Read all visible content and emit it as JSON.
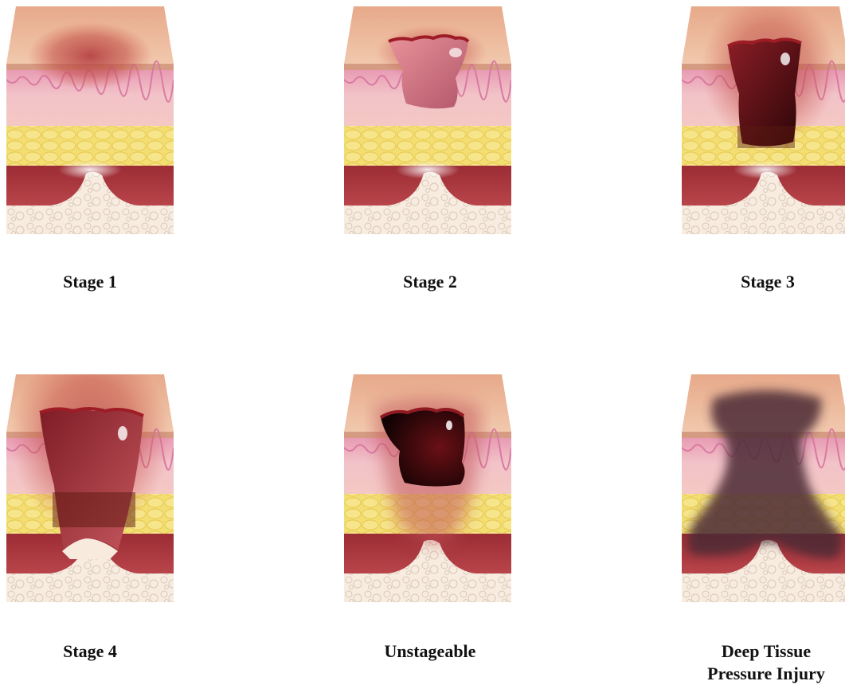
{
  "colors": {
    "epidermis_top": "#e8b394",
    "epidermis_bottom": "#d8a07e",
    "dermis": "#f0bfc4",
    "dermis_pink": "#e48fb0",
    "fat": "#f2dc6a",
    "muscle": "#b0383f",
    "bone": "#f8ebdd",
    "wound_dark": "#5a0f12",
    "blister": "#d97f8a",
    "bruise": "#5a3a40"
  },
  "stages": [
    {
      "key": "stage-1",
      "label": "Stage 1"
    },
    {
      "key": "stage-2",
      "label": "Stage 2"
    },
    {
      "key": "stage-3",
      "label": "Stage 3"
    },
    {
      "key": "stage-4",
      "label": "Stage 4"
    },
    {
      "key": "unstageable",
      "label": "Unstageable"
    },
    {
      "key": "deep-tissue",
      "label": "Deep Tissue",
      "label2": "Pressure Injury"
    }
  ]
}
